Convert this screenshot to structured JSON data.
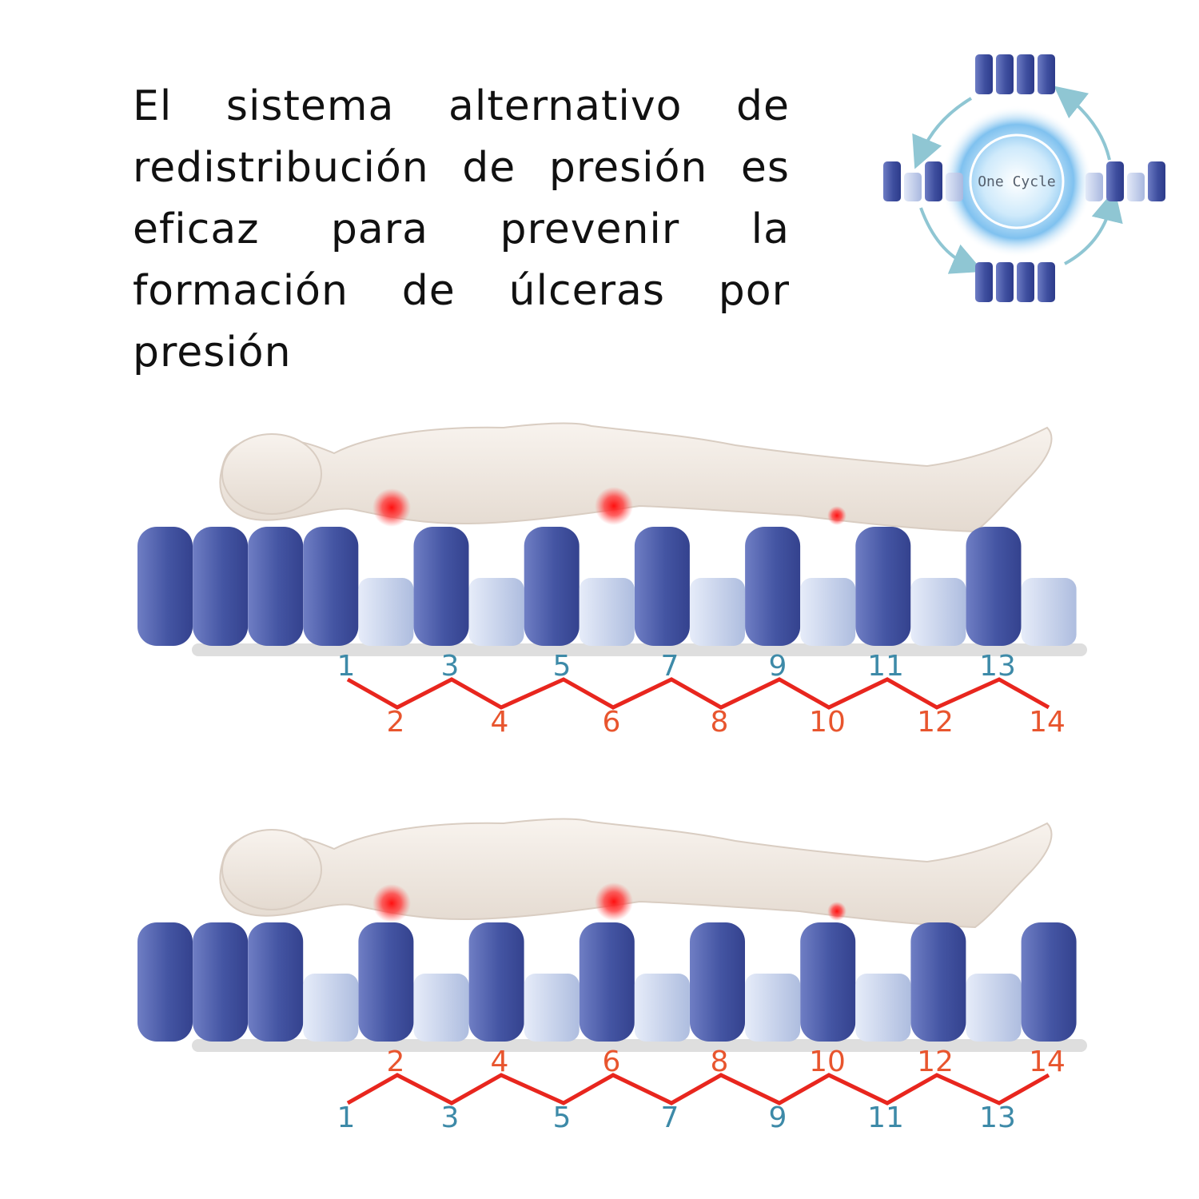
{
  "headline": "El sistema alternativo de redistribución de presión es eficaz para prevenir la formación de úlceras por presión",
  "cycle": {
    "label": "One Cycle"
  },
  "colors": {
    "cell_inflated": "#4a5aa6",
    "cell_deflated": "#bcc9e8",
    "wave_line": "#e8261e",
    "odd_number": "#3d8aa8",
    "even_number": "#e8552e",
    "body": "#f2ebe4",
    "pressure_point": "#ff2020",
    "cycle_arrow": "#8fc6d3"
  },
  "panels": [
    {
      "name": "top",
      "odd_labels": [
        "1",
        "3",
        "5",
        "7",
        "9",
        "11",
        "13"
      ],
      "even_labels": [
        "2",
        "4",
        "6",
        "8",
        "10",
        "12",
        "14"
      ],
      "odd_position": "up",
      "cells": [
        "I",
        "I",
        "I",
        "I",
        "D",
        "I",
        "D",
        "I",
        "D",
        "I",
        "D",
        "I",
        "D",
        "I",
        "D",
        "I",
        "D"
      ]
    },
    {
      "name": "bottom",
      "odd_labels": [
        "1",
        "3",
        "5",
        "7",
        "9",
        "11",
        "13"
      ],
      "even_labels": [
        "2",
        "4",
        "6",
        "8",
        "10",
        "12",
        "14"
      ],
      "odd_position": "down",
      "cells": [
        "I",
        "I",
        "I",
        "D",
        "I",
        "D",
        "I",
        "D",
        "I",
        "D",
        "I",
        "D",
        "I",
        "D",
        "I",
        "D",
        "I"
      ]
    }
  ]
}
